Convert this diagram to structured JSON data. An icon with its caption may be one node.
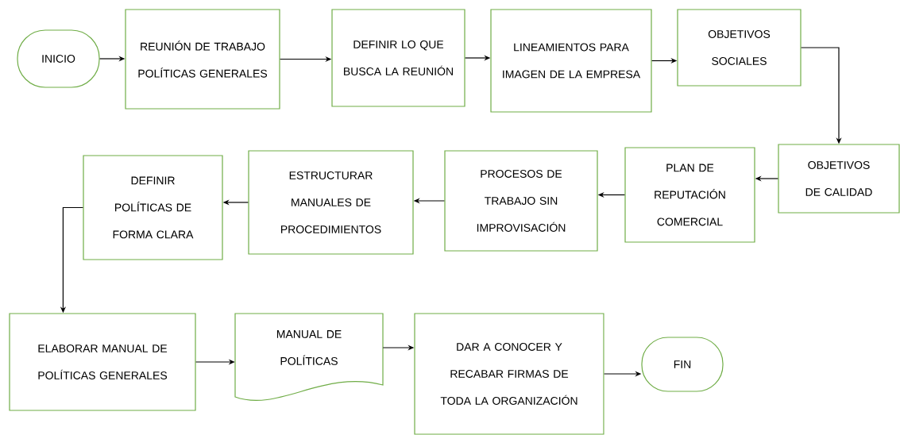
{
  "diagram": {
    "nodes": [
      {
        "text": [
          "INICIO"
        ]
      },
      {
        "text": [
          "REUNIÓN DE TRABAJO POLÍTICAS GENERALES"
        ]
      },
      {
        "text": [
          "DEFINIR LO QUE BUSCA LA REUNIÓN"
        ]
      },
      {
        "text": [
          "LINEAMIENTOS PARA IMAGEN DE LA EMPRESA"
        ]
      },
      {
        "text": [
          "OBJETIVOS SOCIALES"
        ]
      },
      {
        "text": [
          "OBJETIVOS DE CALIDAD"
        ]
      },
      {
        "text": [
          "PLAN DE REPUTACIÓN COMERCIAL"
        ]
      },
      {
        "text": [
          "PROCESOS DE TRABAJO SIN IMPROVISACIÓN"
        ]
      },
      {
        "text": [
          "ESTRUCTURAR MANUALES DE PROCEDIMIENTOS"
        ]
      },
      {
        "text": [
          "DEFINIR POLÍTICAS DE FORMA CLARA"
        ]
      },
      {
        "text": [
          "ELABORAR MANUAL DE POLÍTICAS GENERALES"
        ]
      },
      {
        "text": [
          "MANUAL DE POLÍTICAS"
        ]
      },
      {
        "text": [
          "DAR A CONOCER Y RECABAR FIRMAS DE TODA LA ORGANIZACIÓN"
        ]
      },
      {
        "text": [
          "FIN"
        ]
      }
    ],
    "edges": [
      {
        "from": 0,
        "to": 1,
        "arrow": "to"
      },
      {
        "from": 1,
        "to": 2,
        "arrow": "to"
      },
      {
        "from": 2,
        "to": 3,
        "arrow": "to"
      },
      {
        "from": 3,
        "to": 4,
        "arrow": "to"
      },
      {
        "from": 4,
        "to": 5,
        "arrow": "to"
      },
      {
        "from": 5,
        "to": 6,
        "arrow": "to"
      },
      {
        "from": 6,
        "to": 7,
        "arrow": "to"
      },
      {
        "from": 7,
        "to": 8,
        "arrow": "to"
      },
      {
        "from": 8,
        "to": 9,
        "arrow": "to"
      },
      {
        "from": 9,
        "to": 10,
        "arrow": "to"
      },
      {
        "from": 10,
        "to": 11,
        "arrow": "to"
      },
      {
        "from": 11,
        "to": 12,
        "arrow": "to"
      },
      {
        "from": 12,
        "to": 13,
        "arrow": "to"
      }
    ]
  }
}
